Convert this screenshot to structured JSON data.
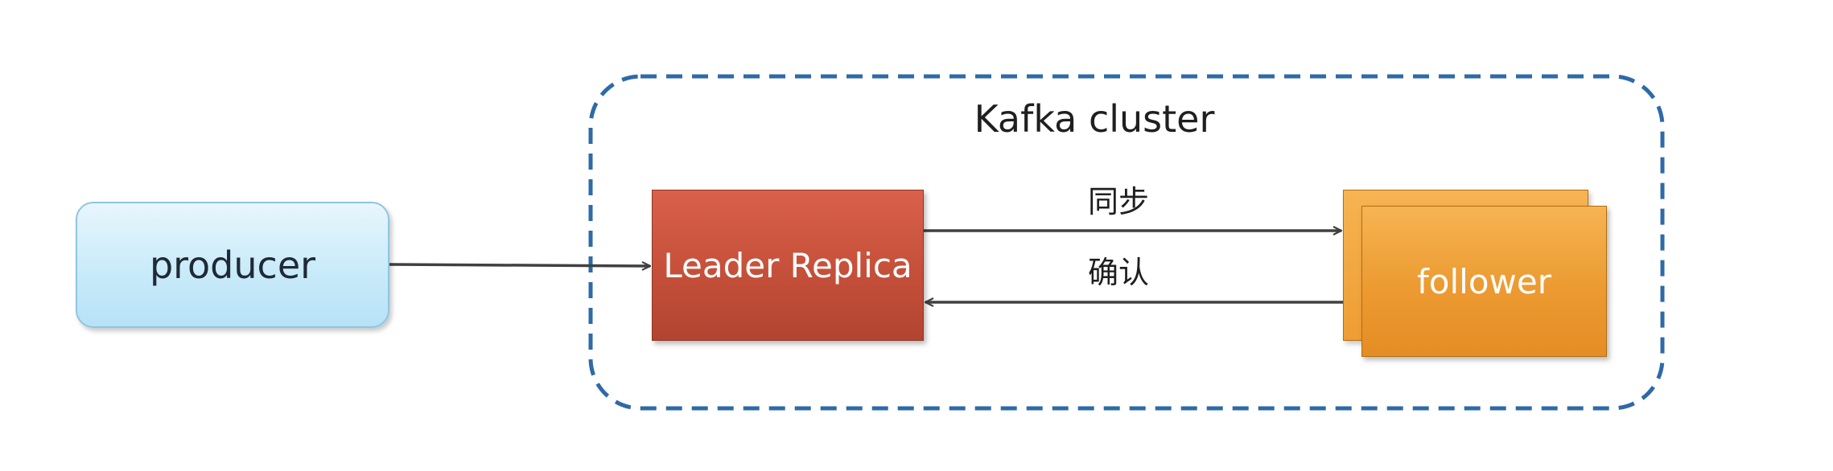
{
  "cluster": {
    "title": "Kafka cluster",
    "border_color": "#2e6aa7"
  },
  "nodes": {
    "producer": "producer",
    "leader": "Leader Replica",
    "follower": "follower"
  },
  "edges": {
    "sync_label": "同步",
    "ack_label": "确认",
    "line_color": "#404040"
  }
}
